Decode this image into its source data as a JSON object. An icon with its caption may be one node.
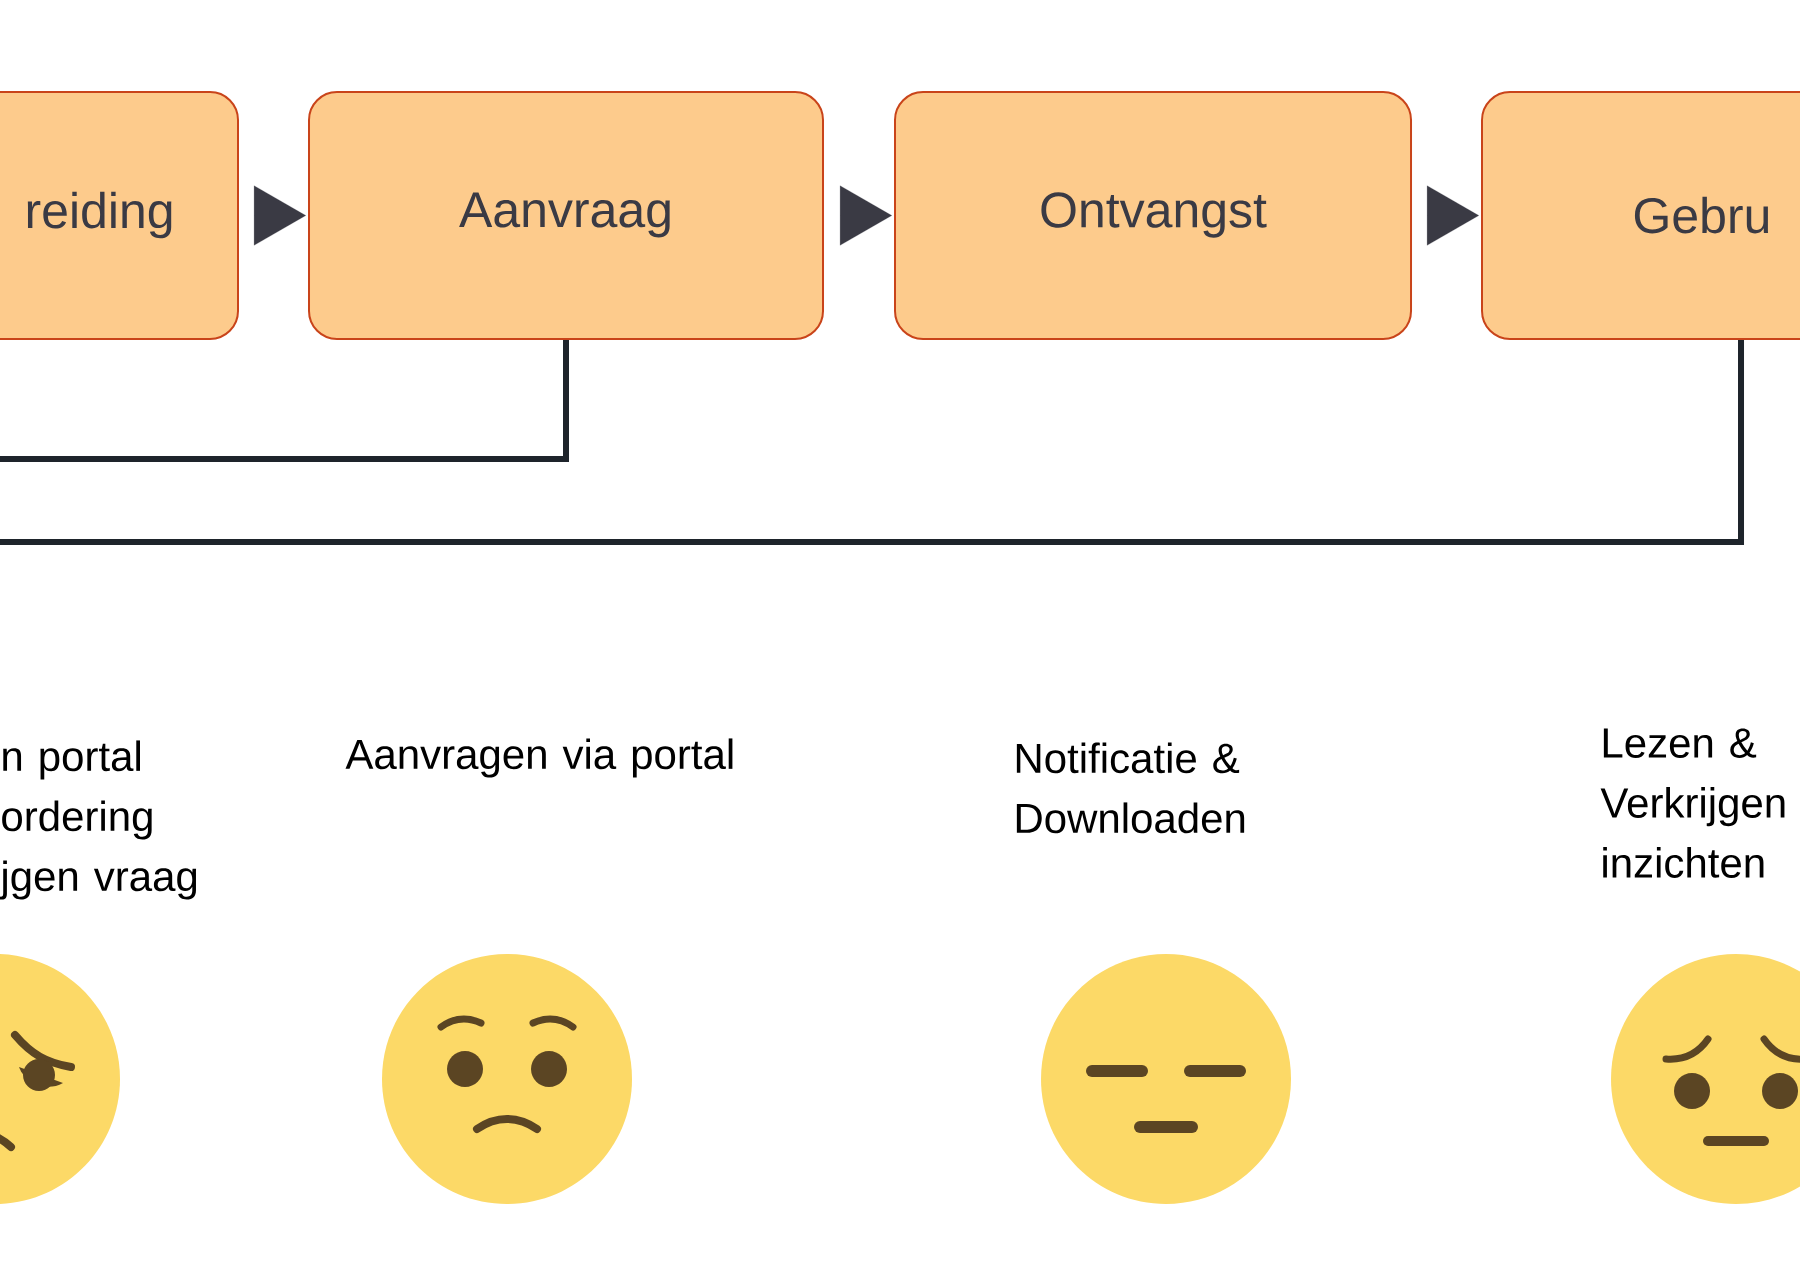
{
  "diagram": {
    "nodes": [
      {
        "text": [
          "reiding"
        ]
      },
      {
        "text": [
          "Aanvraag"
        ]
      },
      {
        "text": [
          "Ontvangst"
        ]
      },
      {
        "text": [
          "Gebru"
        ]
      }
    ],
    "edges": [
      {
        "from": 0,
        "to": 1,
        "arrow": "to"
      },
      {
        "from": 1,
        "to": 2,
        "arrow": "to"
      },
      {
        "from": 2,
        "to": 3,
        "arrow": "to"
      },
      {
        "from": 1,
        "to": null,
        "arrow": "none"
      },
      {
        "from": 3,
        "to": null,
        "arrow": "none"
      }
    ],
    "labels": [
      "n portal ordering jgen vraag",
      "Aanvragen via portal",
      "Notificatie & Downloaden",
      "Lezen & Verkrijgen inzichten"
    ]
  }
}
